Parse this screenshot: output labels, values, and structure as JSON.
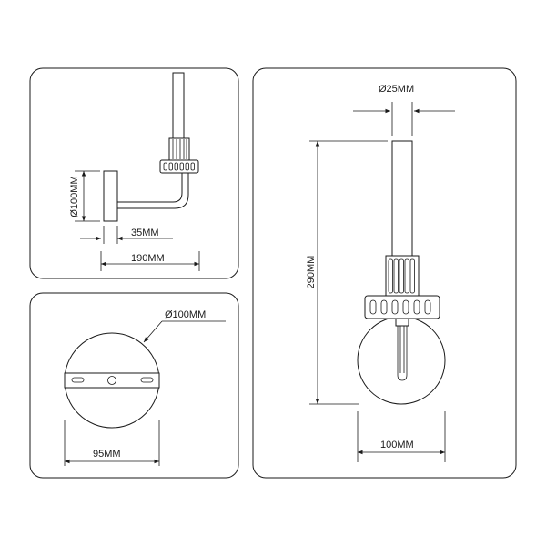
{
  "dimensions": {
    "side_height": "Ø100MM",
    "side_offset": "35MM",
    "side_length": "190MM",
    "plate_diameter": "Ø100MM",
    "plate_width": "95MM",
    "rod_diameter": "Ø25MM",
    "total_height": "290MM",
    "globe_width": "100MM"
  }
}
